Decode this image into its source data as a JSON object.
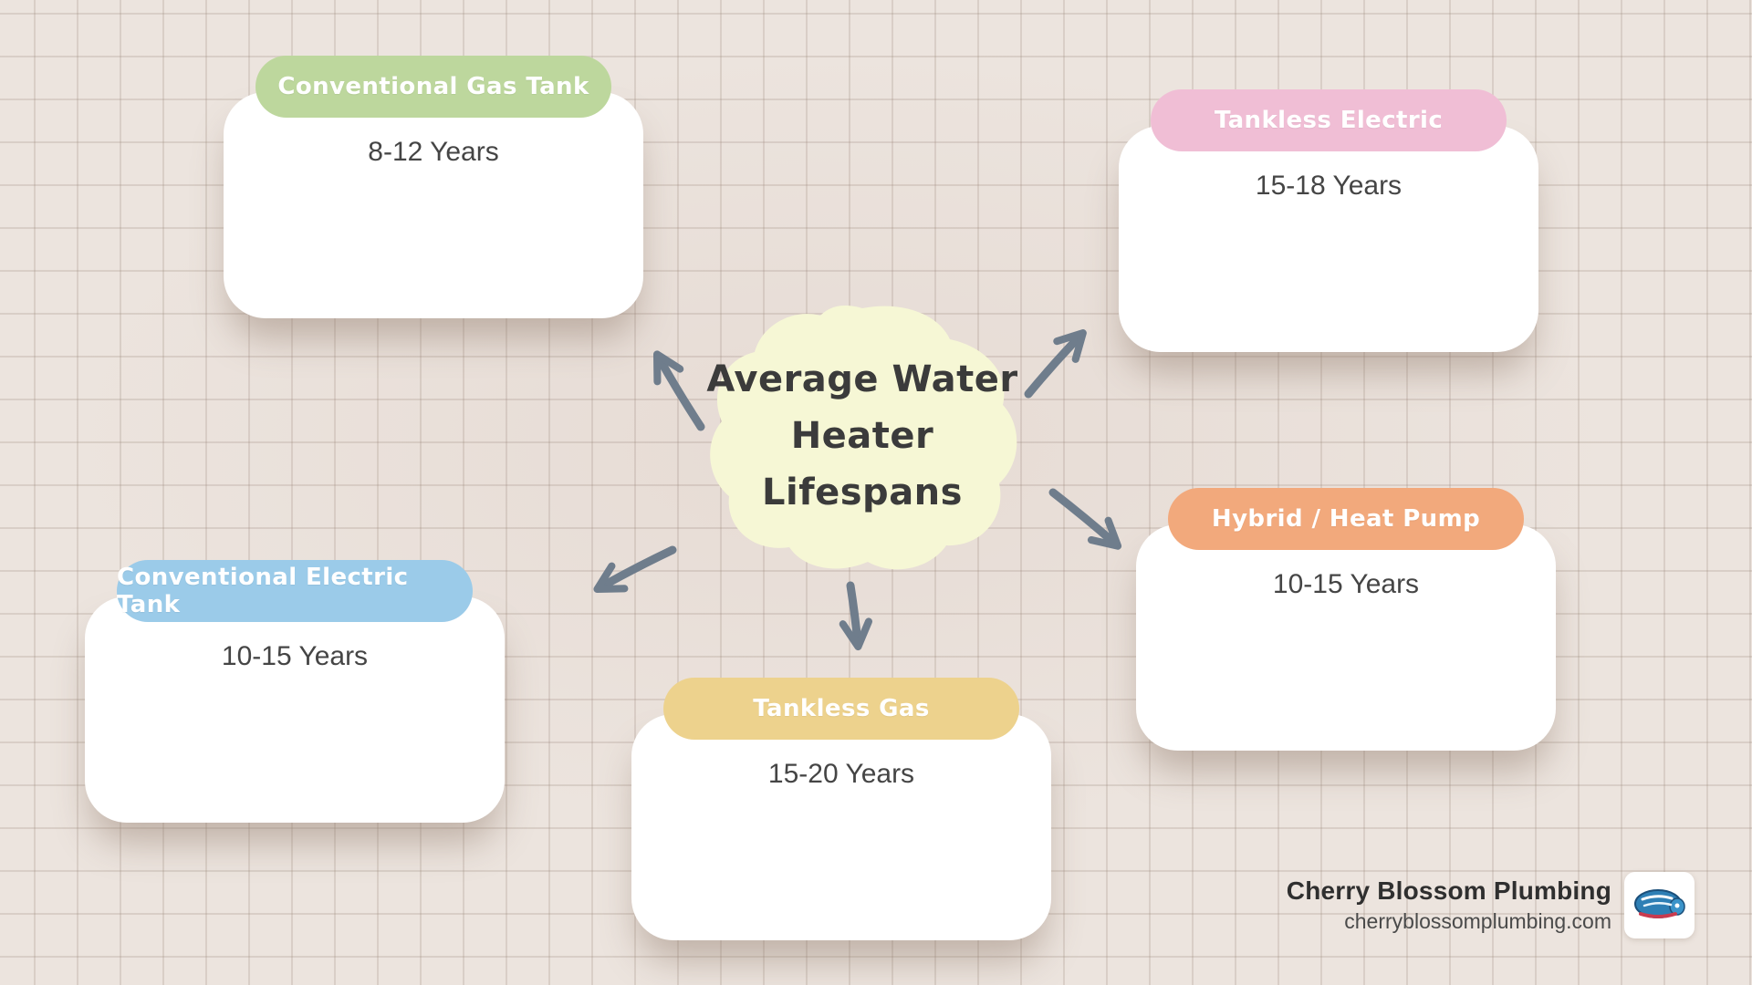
{
  "title": {
    "line1": "Average Water",
    "line2": "Heater Lifespans"
  },
  "cards": [
    {
      "id": "conventional-gas-tank",
      "label": "Conventional Gas Tank",
      "value": "8-12 Years",
      "color": "#bdd79d"
    },
    {
      "id": "tankless-electric",
      "label": "Tankless Electric",
      "value": "15-18 Years",
      "color": "#f0bed5"
    },
    {
      "id": "hybrid-heat-pump",
      "label": "Hybrid / Heat Pump",
      "value": "10-15 Years",
      "color": "#f2a97c"
    },
    {
      "id": "conventional-electric-tank",
      "label": "Conventional Electric Tank",
      "value": "10-15 Years",
      "color": "#9bcbe9"
    },
    {
      "id": "tankless-gas",
      "label": "Tankless Gas",
      "value": "15-20 Years",
      "color": "#edd28d"
    }
  ],
  "footer": {
    "company": "Cherry Blossom Plumbing",
    "website": "cherryblossomplumbing.com"
  },
  "theme": {
    "bg": "#ece4de",
    "card": "#ffffff",
    "blob": "#f6f7d5",
    "arrow": "#6f7d8c",
    "title_text": "#3b3b3b",
    "value_text": "#454545"
  }
}
